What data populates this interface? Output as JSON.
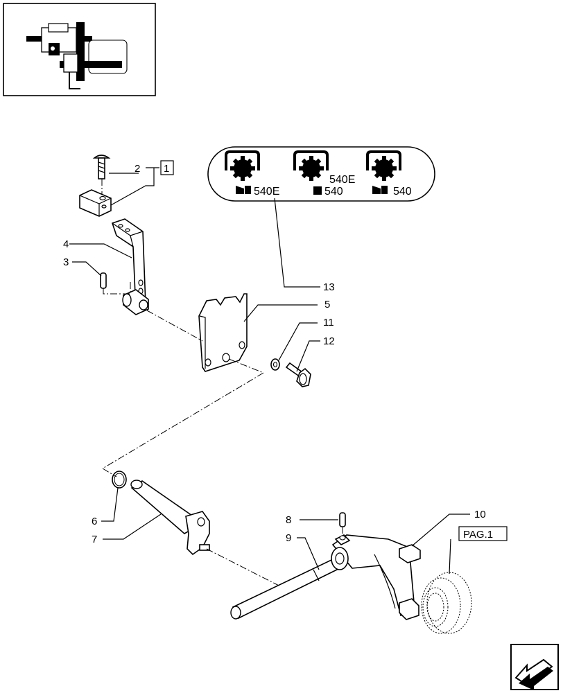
{
  "callouts": {
    "c1": "1",
    "c2": "2",
    "c3": "3",
    "c4": "4",
    "c5": "5",
    "c6": "6",
    "c7": "7",
    "c8": "8",
    "c9": "9",
    "c10": "10",
    "c11": "11",
    "c12": "12",
    "c13": "13"
  },
  "page_reference": "PAG.1",
  "speed_symbols": [
    {
      "label": "540E"
    },
    {
      "label_top": "540E",
      "label_bottom": "540"
    },
    {
      "label": "540"
    }
  ],
  "icons": [
    "thumbnail-locator-icon",
    "pto-spline-symbol-icon",
    "next-page-arrow-icon"
  ]
}
